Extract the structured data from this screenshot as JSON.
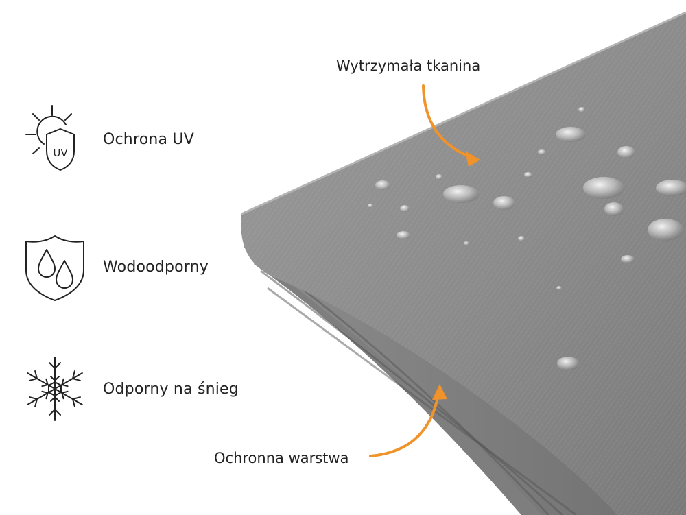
{
  "features": [
    {
      "icon": "uv-shield-sun-icon",
      "label": "Ochrona UV",
      "badge": "UV"
    },
    {
      "icon": "waterproof-shield-icon",
      "label": "Wodoodporny"
    },
    {
      "icon": "snowflake-icon",
      "label": "Odporny na śnieg"
    }
  ],
  "callouts": {
    "top": "Wytrzymała tkanina",
    "bottom": "Ochronna warstwa"
  },
  "colors": {
    "arrow": "#f0932b",
    "fabric": "#8e8e8e",
    "text": "#222222"
  }
}
